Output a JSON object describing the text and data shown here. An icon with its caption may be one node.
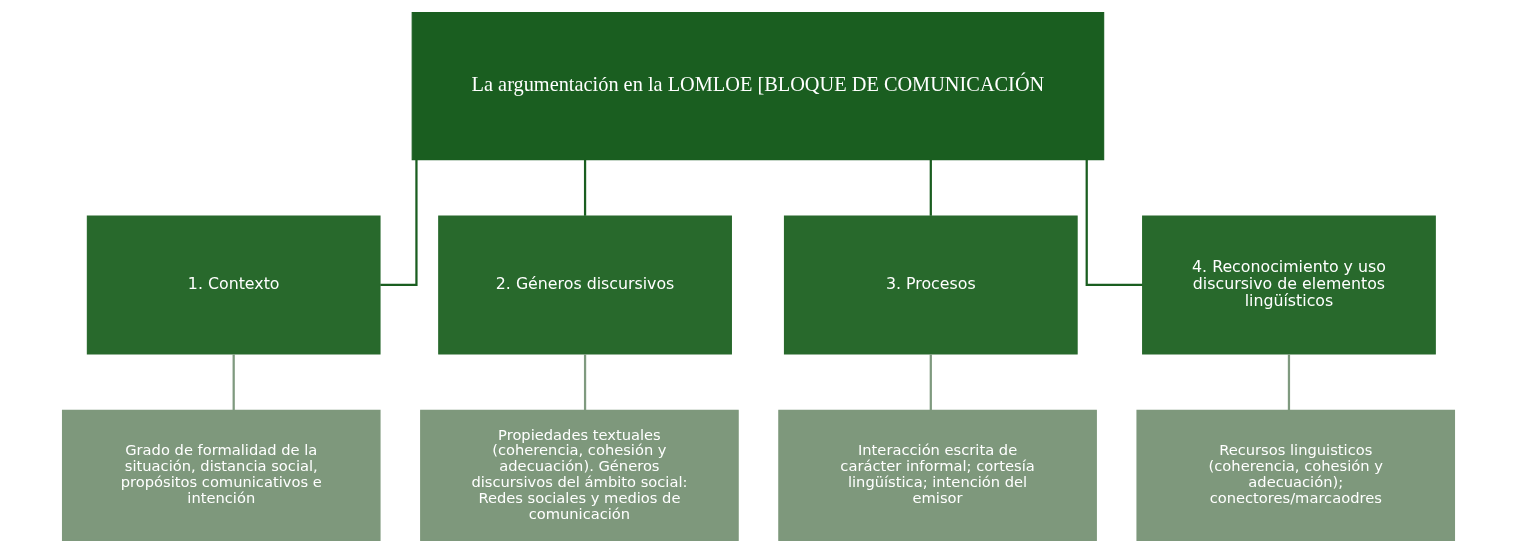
{
  "diagram": {
    "nodes": [
      {
        "text": [
          "La argumentación en la LOMLOE [BLOQUE DE COMUNICACIÓN"
        ]
      },
      {
        "text": [
          "1. Contexto"
        ]
      },
      {
        "text": [
          "2. Géneros discursivos"
        ]
      },
      {
        "text": [
          "3. Procesos"
        ]
      },
      {
        "text": [
          "4. Reconocimiento y uso discursivo de elementos lingüísticos"
        ]
      },
      {
        "text": [
          "Grado de formalidad de la situación, distancia social, propósitos comunicativos e intención"
        ]
      },
      {
        "text": [
          "Propiedades textuales (coherencia, cohesión y adecuación). Géneros discursivos del ámbito social: Redes sociales y medios de comunicación"
        ]
      },
      {
        "text": [
          "Interacción escrita de carácter informal; cortesía lingüística; intención del emisor"
        ]
      },
      {
        "text": [
          "Recursos linguisticos (coherencia, cohesión y adecuación); conectores/marcaodres"
        ]
      }
    ],
    "edges": [
      {
        "from": 0,
        "to": 1,
        "arrow": "none"
      },
      {
        "from": 0,
        "to": 2,
        "arrow": "none"
      },
      {
        "from": 0,
        "to": 3,
        "arrow": "none"
      },
      {
        "from": 0,
        "to": 4,
        "arrow": "none"
      },
      {
        "from": 1,
        "to": 5,
        "arrow": "none",
        "color": "#7f9a7f"
      },
      {
        "from": 2,
        "to": 6,
        "arrow": "none",
        "color": "#7f9a7f"
      },
      {
        "from": 3,
        "to": 7,
        "arrow": "none",
        "color": "#7f9a7f"
      },
      {
        "from": 4,
        "to": 8,
        "arrow": "none",
        "color": "#7f9a7f"
      }
    ]
  }
}
